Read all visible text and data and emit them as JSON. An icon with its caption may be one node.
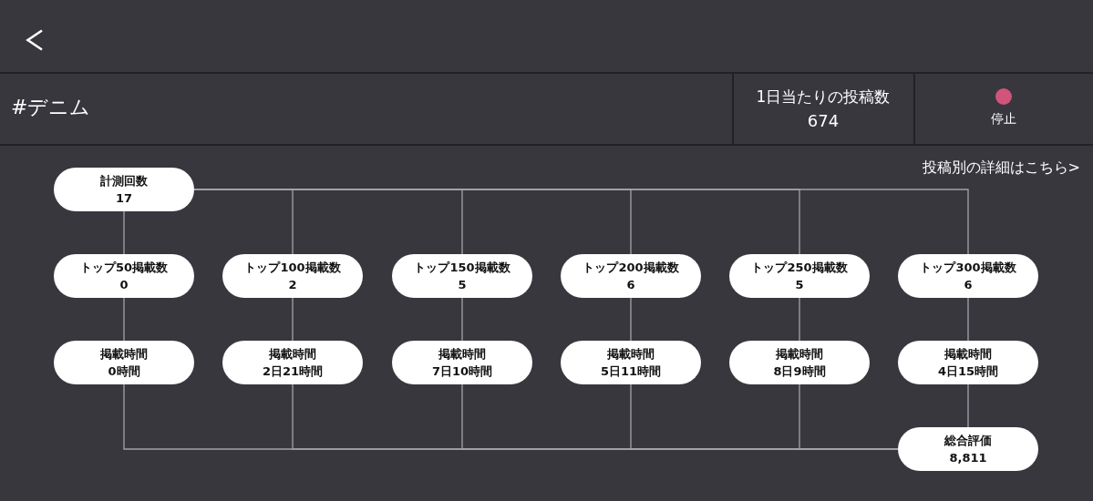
{
  "diagram": {
    "title": "#デニム",
    "nodes": [
      {
        "text": [
          "計測回数",
          "17"
        ]
      },
      {
        "text": [
          "トップ50掲載数",
          "0"
        ]
      },
      {
        "text": [
          "トップ100掲載数",
          "2"
        ]
      },
      {
        "text": [
          "トップ150掲載数",
          "5"
        ]
      },
      {
        "text": [
          "トップ200掲載数",
          "6"
        ]
      },
      {
        "text": [
          "トップ250掲載数",
          "5"
        ]
      },
      {
        "text": [
          "トップ300掲載数",
          "6"
        ]
      },
      {
        "text": [
          "掲載時間",
          "0時間"
        ]
      },
      {
        "text": [
          "掲載時間",
          "2日21時間"
        ]
      },
      {
        "text": [
          "掲載時間",
          "7日10時間"
        ]
      },
      {
        "text": [
          "掲載時間",
          "5日11時間"
        ]
      },
      {
        "text": [
          "掲載時間",
          "8日9時間"
        ]
      },
      {
        "text": [
          "掲載時間",
          "4日15時間"
        ]
      },
      {
        "text": [
          "総合評価",
          "8,811"
        ]
      }
    ],
    "edges": [
      {
        "from": 0,
        "to": 1,
        "arrow": "none"
      },
      {
        "from": 0,
        "to": 2,
        "arrow": "none"
      },
      {
        "from": 0,
        "to": 3,
        "arrow": "none"
      },
      {
        "from": 0,
        "to": 4,
        "arrow": "none"
      },
      {
        "from": 0,
        "to": 5,
        "arrow": "none"
      },
      {
        "from": 0,
        "to": 6,
        "arrow": "none"
      },
      {
        "from": 1,
        "to": 7,
        "arrow": "none"
      },
      {
        "from": 2,
        "to": 8,
        "arrow": "none"
      },
      {
        "from": 3,
        "to": 9,
        "arrow": "none"
      },
      {
        "from": 4,
        "to": 10,
        "arrow": "none"
      },
      {
        "from": 5,
        "to": 11,
        "arrow": "none"
      },
      {
        "from": 6,
        "to": 12,
        "arrow": "none"
      },
      {
        "from": 7,
        "to": 13,
        "arrow": "none"
      },
      {
        "from": 8,
        "to": 13,
        "arrow": "none"
      },
      {
        "from": 9,
        "to": 13,
        "arrow": "none"
      },
      {
        "from": 10,
        "to": 13,
        "arrow": "none"
      },
      {
        "from": 11,
        "to": 13,
        "arrow": "none"
      },
      {
        "from": 12,
        "to": 13,
        "arrow": "none"
      }
    ],
    "labels": [
      "1日当たりの投稿数",
      "674",
      "停止",
      "投稿別の詳細はこちら>"
    ]
  }
}
